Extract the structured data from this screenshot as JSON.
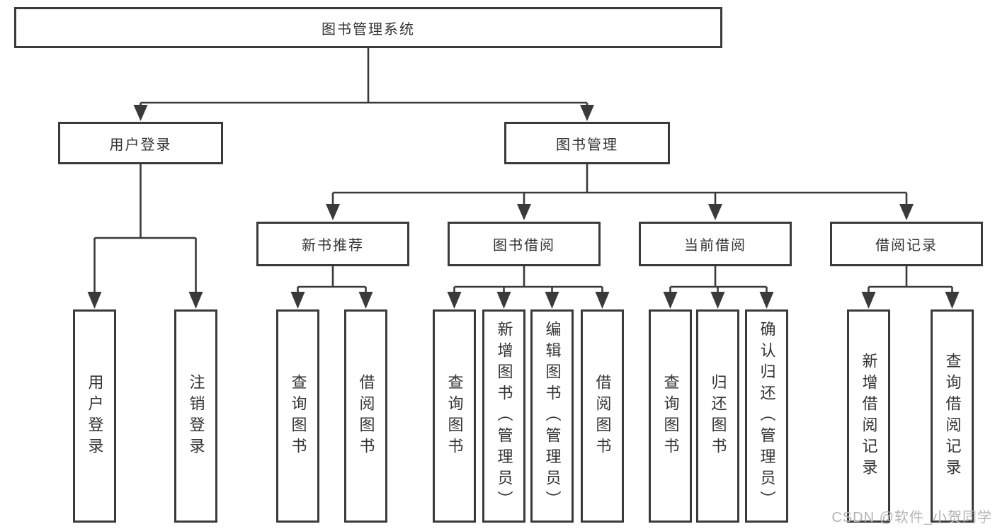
{
  "colors": {
    "line": "#3a3a3a",
    "box_border": "#3a3a3a",
    "text": "#333333",
    "watermark": "#b3b3b3",
    "background": "#ffffff"
  },
  "diagram_title": "图书管理系统",
  "nodes": {
    "root": "图书管理系统",
    "user_login": "用户登录",
    "book_management": "图书管理",
    "new_book_recommend": "新书推荐",
    "book_borrow": "图书借阅",
    "current_borrow": "当前借阅",
    "borrow_records": "借阅记录",
    "leaf_user_login": "用户登录",
    "leaf_logout": "注销登录",
    "leaf_query_book_a": "查询图书",
    "leaf_borrow_book_a": "借阅图书",
    "leaf_query_book_b": "查询图书",
    "leaf_add_book_admin": "新增图书（管理员）",
    "leaf_edit_book_admin": "编辑图书（管理员）",
    "leaf_borrow_book_b": "借阅图书",
    "leaf_query_book_c": "查询图书",
    "leaf_return_book": "归还图书",
    "leaf_confirm_return_admin": "确认归还（管理员）",
    "leaf_add_borrow_record": "新增借阅记录",
    "leaf_query_borrow_record": "查询借阅记录"
  },
  "watermark": "CSDN @软件_小贺同学"
}
